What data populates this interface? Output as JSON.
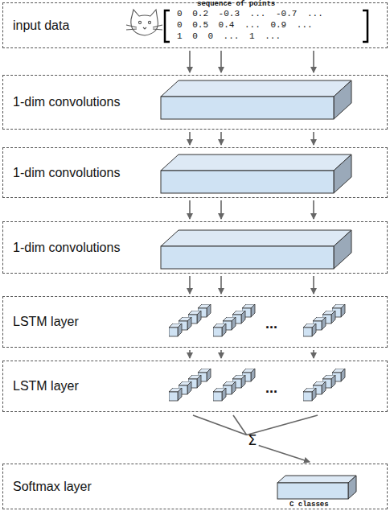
{
  "diagram": {
    "nodes": [
      {
        "text": [
          "input data"
        ]
      },
      {
        "text": [
          "1-dim convolutions"
        ]
      },
      {
        "text": [
          "1-dim convolutions"
        ]
      },
      {
        "text": [
          "1-dim convolutions"
        ]
      },
      {
        "text": [
          "LSTM layer"
        ]
      },
      {
        "text": [
          "LSTM layer"
        ]
      },
      {
        "text": [
          "Softmax layer"
        ]
      }
    ],
    "edges": [
      {
        "from": 0,
        "to": 1,
        "arrow": "to"
      },
      {
        "from": 1,
        "to": 2,
        "arrow": "to"
      },
      {
        "from": 2,
        "to": 3,
        "arrow": "to"
      },
      {
        "from": 3,
        "to": 4,
        "arrow": "to"
      },
      {
        "from": 4,
        "to": 5,
        "arrow": "to"
      },
      {
        "from": 5,
        "to": 6,
        "arrow": "to"
      }
    ],
    "labels": [
      "sequence of points",
      "0 0.2 -0.3 ... -0.7 ...",
      "0 0.5 0.4 ... 0.9 ...",
      "1 0 0 ... 1 ...",
      "...",
      "...",
      "Σ",
      "C classes"
    ]
  }
}
